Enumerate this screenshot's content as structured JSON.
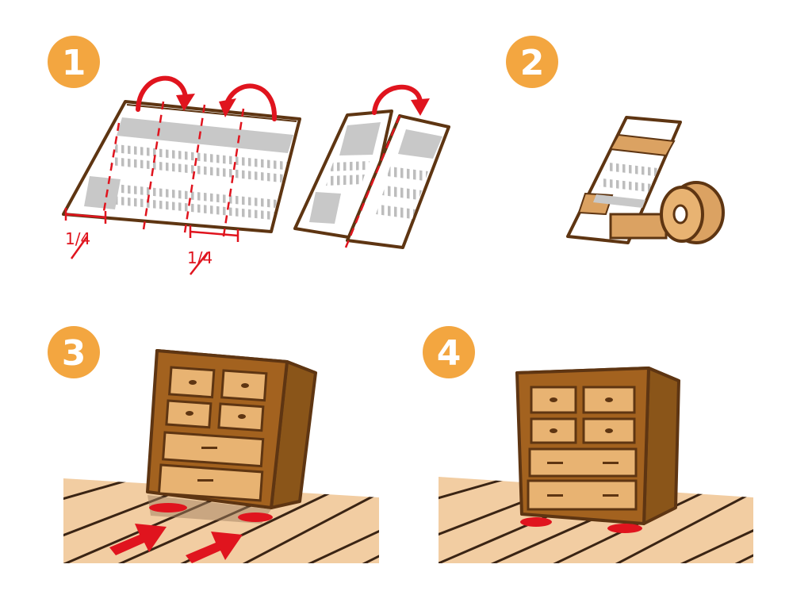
{
  "steps": [
    {
      "number": "1",
      "fraction_left": "1/4",
      "fraction_right": "1/4"
    },
    {
      "number": "2"
    },
    {
      "number": "3"
    },
    {
      "number": "4"
    }
  ],
  "colors": {
    "badge": "#f3a640",
    "outline": "#5e3512",
    "red": "#e0141e",
    "wood_dark": "#a3621f",
    "wood_light": "#e8b372",
    "floor": "#f2cda2",
    "tape": "#dba262",
    "gray": "#c8c8c8"
  },
  "icons": [
    "folded-newspaper-icon",
    "tape-roll-icon",
    "chest-of-drawers-icon",
    "red-arrow-icon"
  ]
}
